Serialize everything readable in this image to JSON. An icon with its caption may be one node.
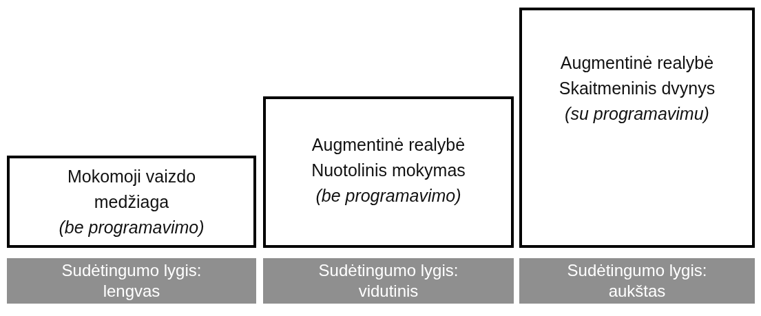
{
  "diagram": {
    "nodes": [
      {
        "text": [
          "Mokomoji vaizdo medžiaga",
          "(be programavimo)"
        ]
      },
      {
        "text": [
          "Augmentinė realybė",
          "Nuotolinis mokymas",
          "(be programavimo)"
        ]
      },
      {
        "text": [
          "Augmentinė realybė",
          "Skaitmeninis dvynys",
          "(su programavimu)"
        ]
      },
      {
        "text": [
          "Sudėtingumo lygis: lengvas"
        ]
      },
      {
        "text": [
          "Sudėtingumo lygis: vidutinis"
        ]
      },
      {
        "text": [
          "Sudėtingumo lygis: aukštas"
        ]
      }
    ]
  }
}
